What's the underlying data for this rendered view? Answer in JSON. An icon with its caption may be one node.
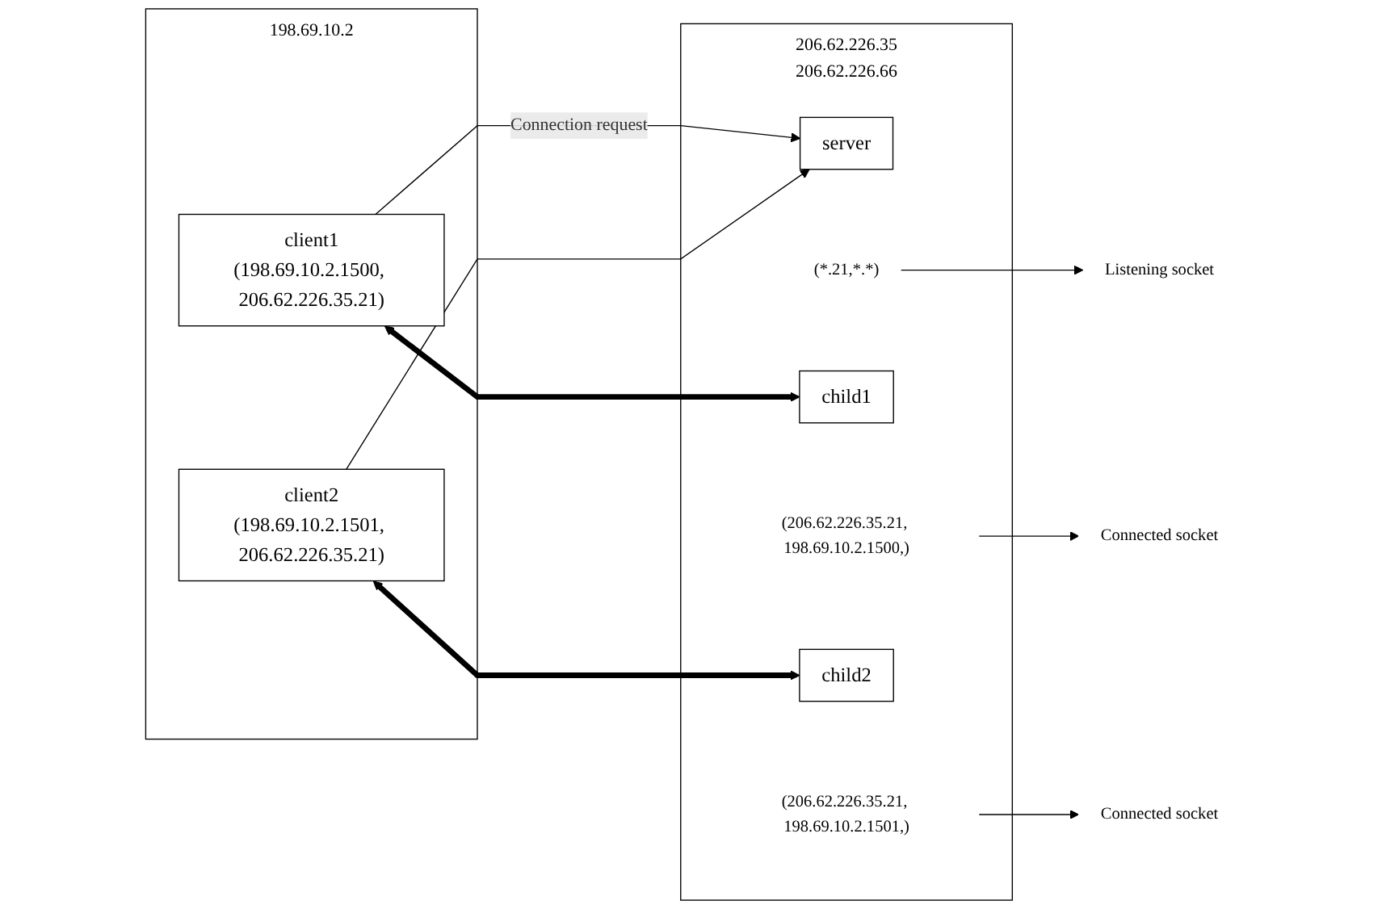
{
  "diagram": {
    "nodes": [
      {
        "text": [
          "198.69.10.2"
        ]
      },
      {
        "text": [
          "client1",
          "(198.69.10.2.1500, 206.62.226.35.21)"
        ],
        "in": 0
      },
      {
        "text": [
          "client2",
          "(198.69.10.2.1501, 206.62.226.35.21)"
        ],
        "in": 0
      },
      {
        "text": [
          "206.62.226.35",
          "206.62.226.66"
        ]
      },
      {
        "text": [
          "server"
        ],
        "in": 3
      },
      {
        "text": [
          "(*.21,*.*)"
        ],
        "in": 3
      },
      {
        "text": [
          "Listening socket"
        ]
      },
      {
        "text": [
          "child1"
        ],
        "in": 3
      },
      {
        "text": [
          "(206.62.226.35.21, 198.69.10.2.1500,)"
        ],
        "in": 3
      },
      {
        "text": [
          "Connected socket"
        ]
      },
      {
        "text": [
          "child2"
        ],
        "in": 3
      },
      {
        "text": [
          "(206.62.226.35.21, 198.69.10.2.1501,)"
        ],
        "in": 3
      },
      {
        "text": [
          "Connected socket"
        ]
      }
    ],
    "edges": [
      {
        "from": 1,
        "to": 4,
        "arrow": "to",
        "label": "Connection request"
      },
      {
        "from": 2,
        "to": 4,
        "arrow": "to"
      },
      {
        "from": 1,
        "to": 7,
        "arrow": "both",
        "style": "thick"
      },
      {
        "from": 2,
        "to": 10,
        "arrow": "both",
        "style": "thick"
      },
      {
        "from": 5,
        "to": 6,
        "arrow": "to"
      },
      {
        "from": 8,
        "to": 9,
        "arrow": "to"
      },
      {
        "from": 11,
        "to": 12,
        "arrow": "to"
      }
    ]
  }
}
